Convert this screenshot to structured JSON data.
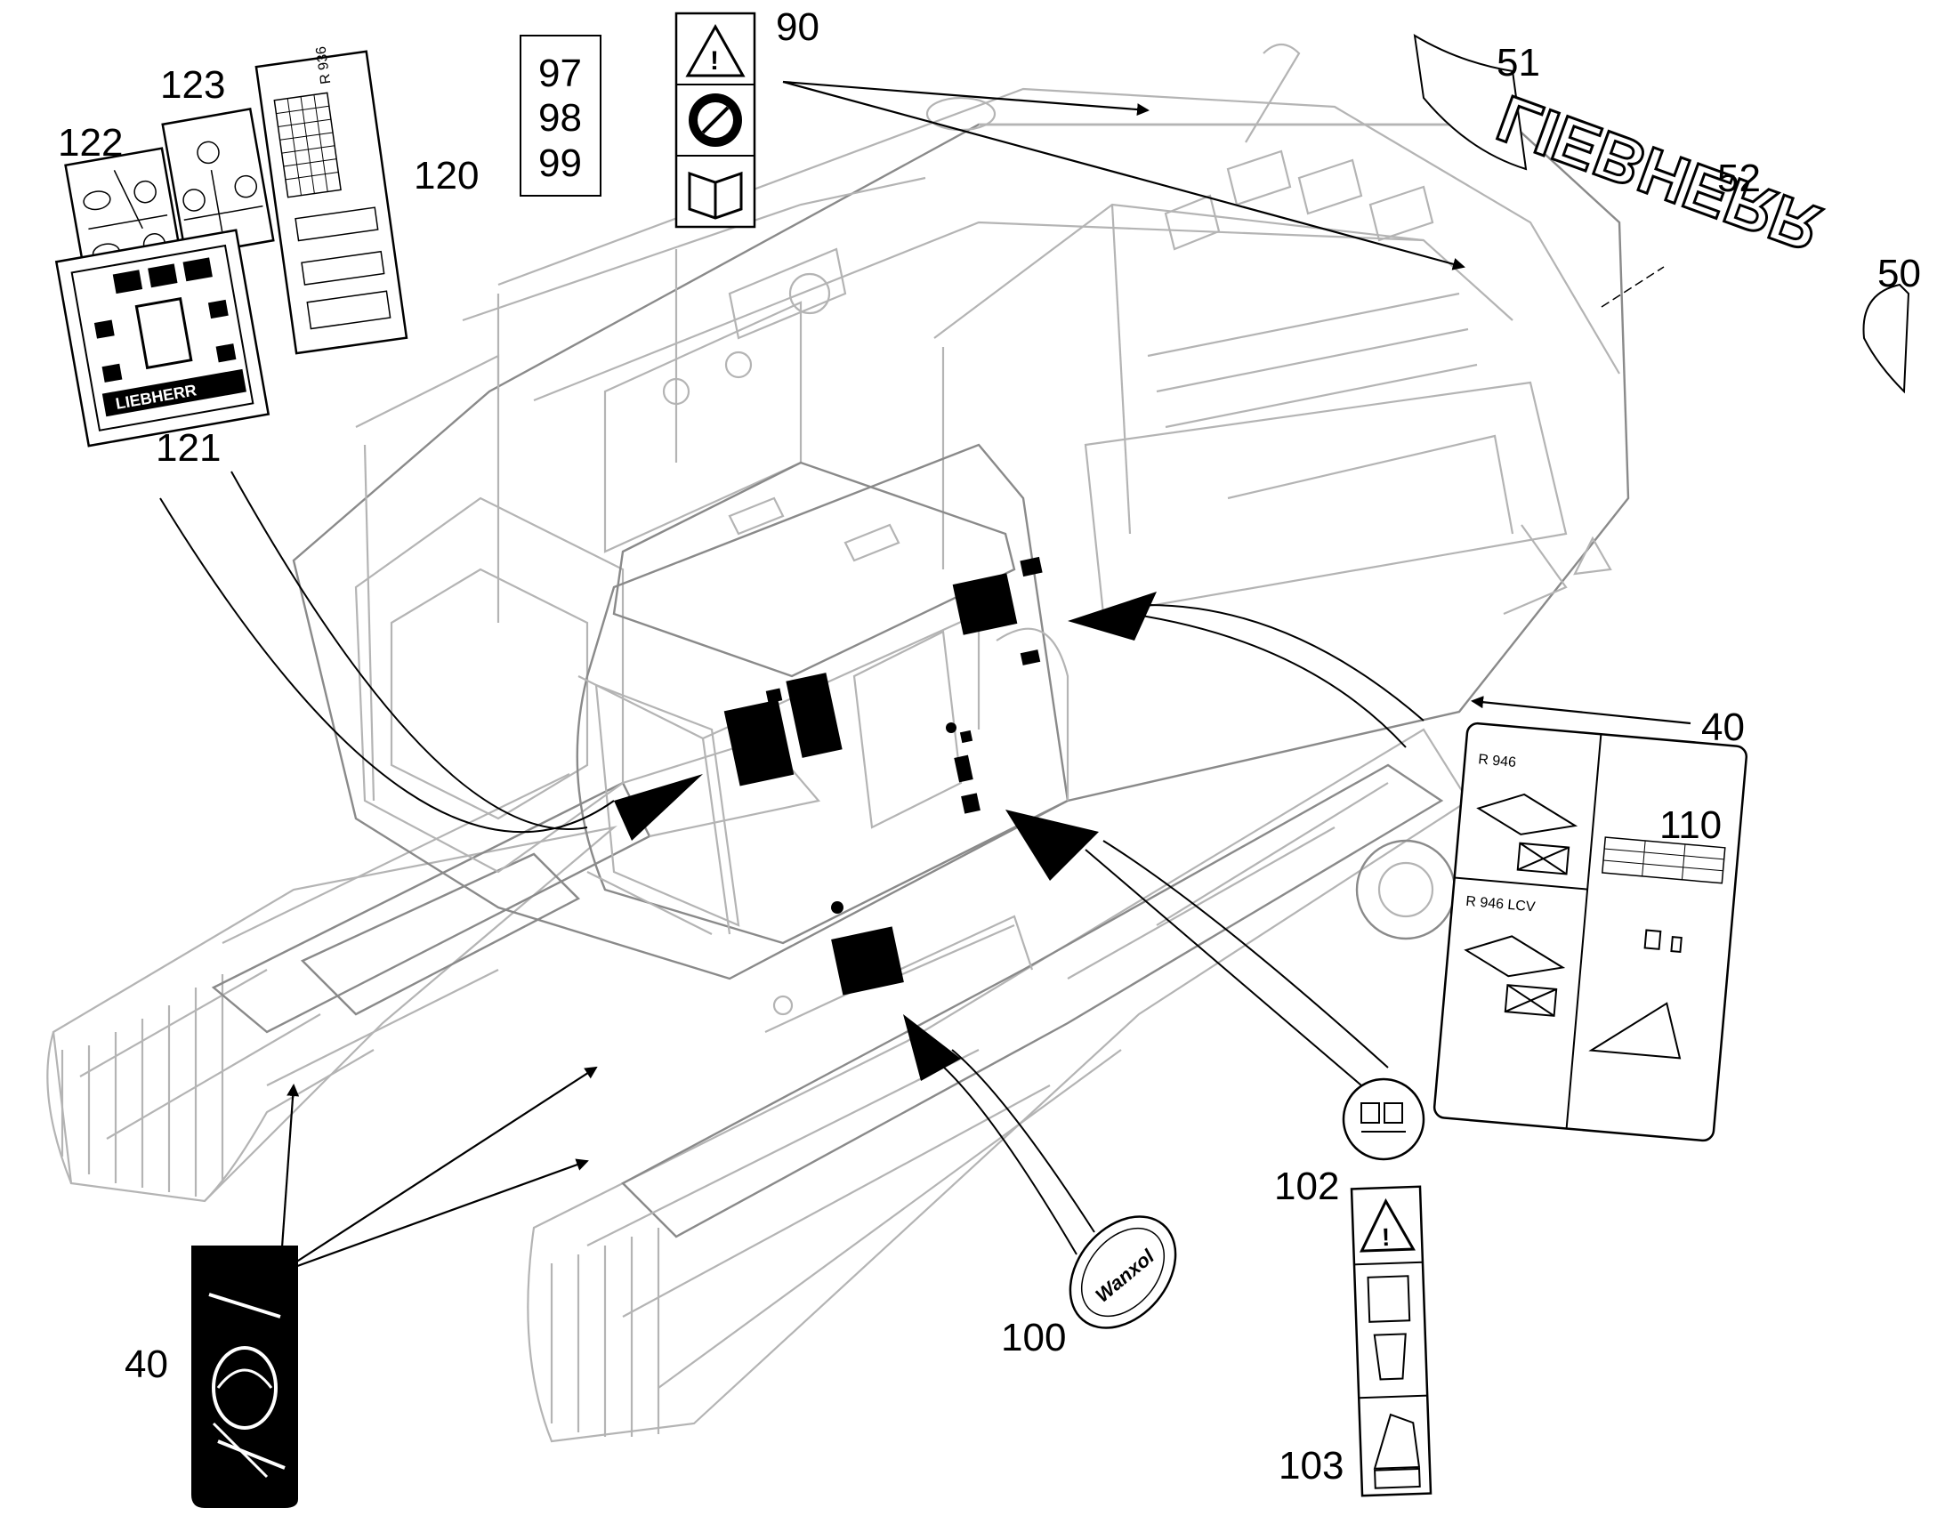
{
  "callouts": {
    "c40_right": "40",
    "c40_left": "40",
    "c50": "50",
    "c51": "51",
    "c52": "52",
    "c90": "90",
    "c97": "97",
    "c98": "98",
    "c99": "99",
    "c100": "100",
    "c102": "102",
    "c103": "103",
    "c110": "110",
    "c120": "120",
    "c121": "121",
    "c122": "122",
    "c123": "123"
  },
  "label_texts": {
    "brand_decal": "LIEBHERR",
    "model_120": "R 936",
    "model_110_top": "R 946",
    "model_110_bottom": "R 946 LCV",
    "wanxol_seal": "Wanxol",
    "brand_121": "LIEBHERR"
  },
  "colors": {
    "machine_lines": "#b4b4b4",
    "label_ink": "#000000",
    "background": "#ffffff"
  }
}
